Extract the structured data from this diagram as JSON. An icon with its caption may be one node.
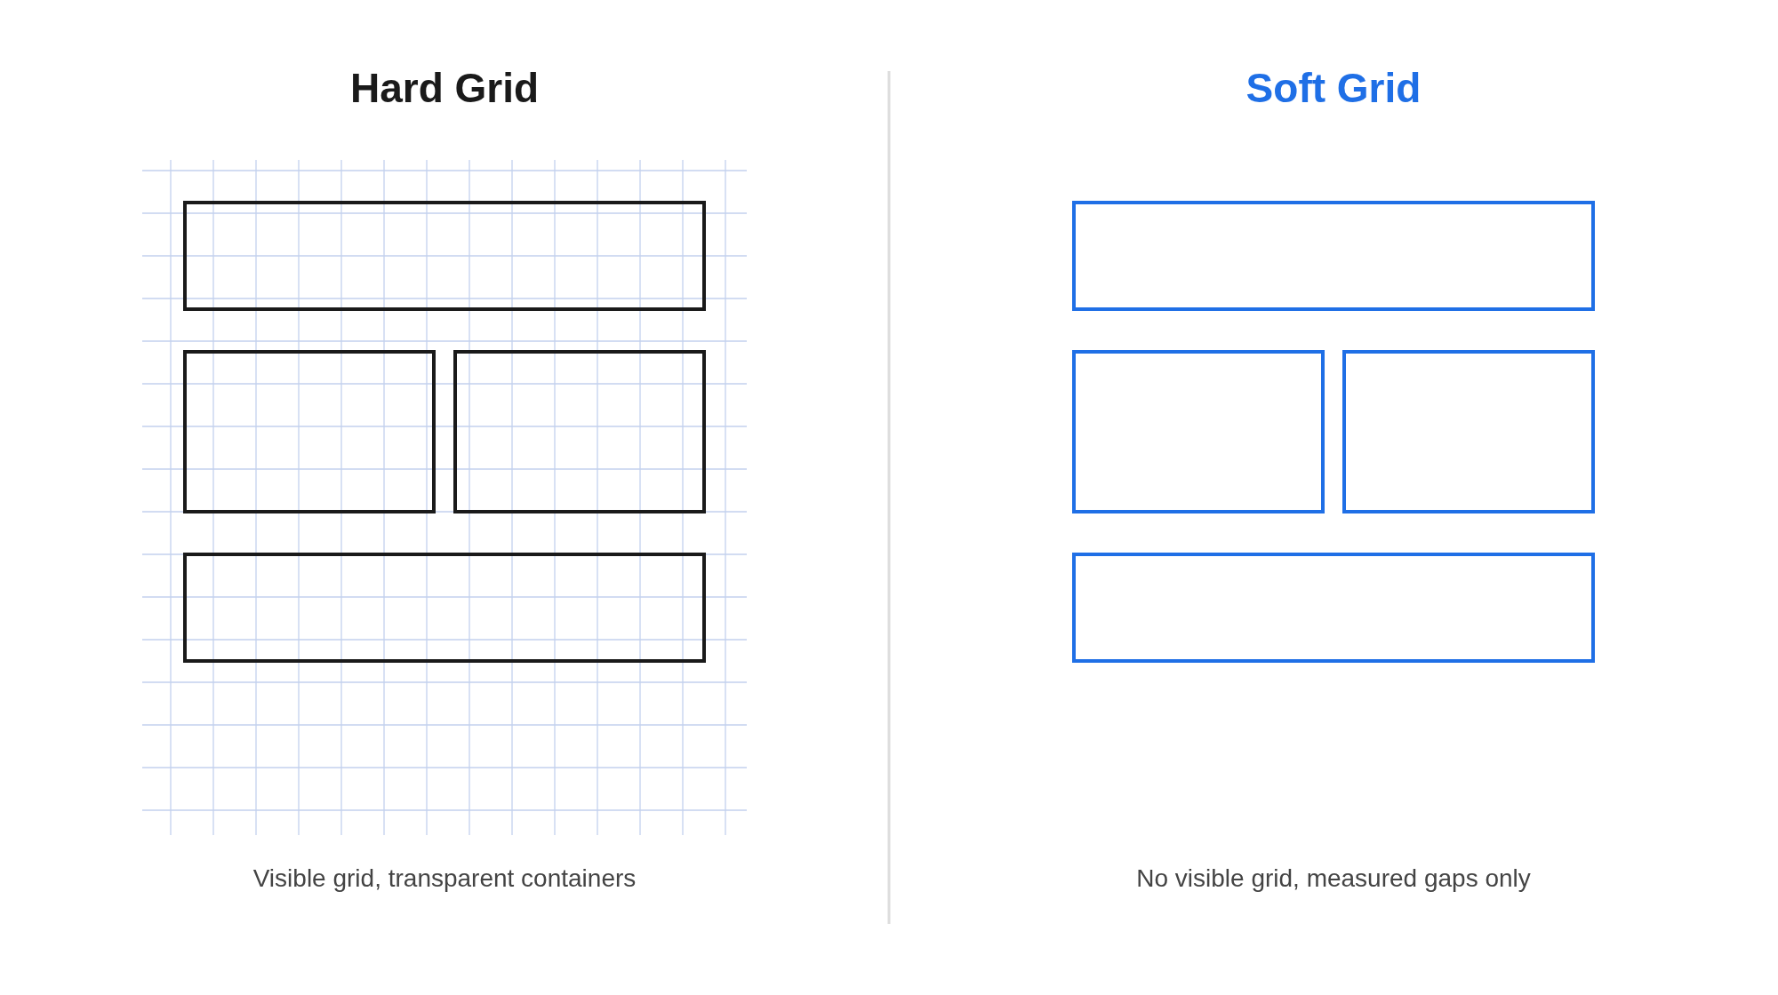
{
  "diagram": {
    "nodes": [
      {
        "text": [],
        "shape": "box"
      },
      {
        "text": [],
        "shape": "box"
      },
      {
        "text": [],
        "shape": "box"
      },
      {
        "text": [],
        "shape": "box"
      },
      {
        "text": [],
        "shape": "box"
      },
      {
        "text": [],
        "shape": "box"
      },
      {
        "text": [],
        "shape": "box"
      },
      {
        "text": [],
        "shape": "box"
      }
    ],
    "edges": [],
    "labels": [
      "Hard Grid",
      "Soft Grid",
      "Visible grid, transparent containers",
      "No visible grid, measured gaps only"
    ]
  }
}
